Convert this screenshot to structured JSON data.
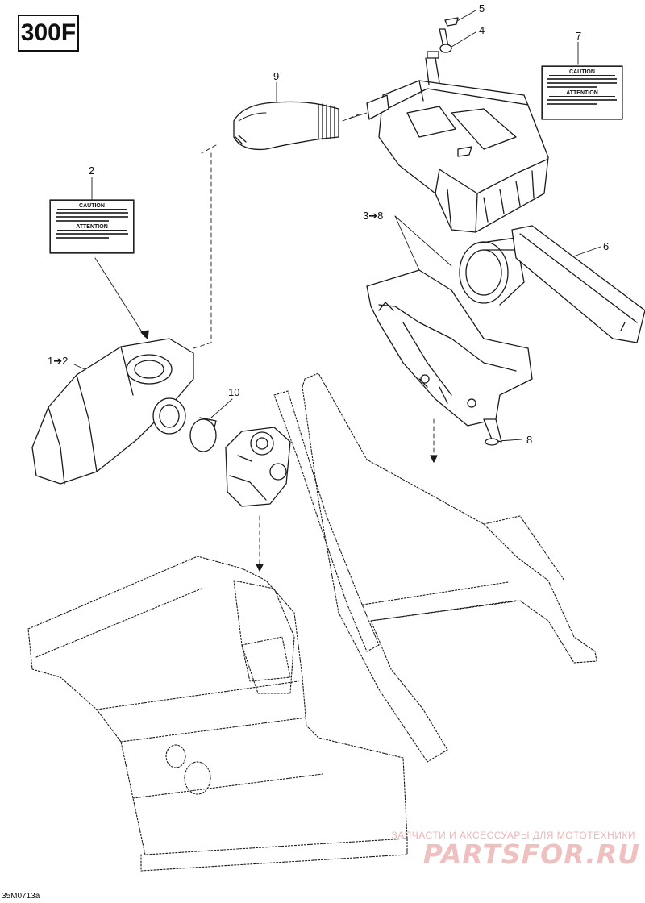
{
  "model_tag": "300F",
  "drawing_code": "35M0713a",
  "labels": {
    "caution": "CAUTION",
    "attention": "ATTENTION"
  },
  "watermark": {
    "text": "ЗАПЧАСТИ И АКСЕССУАРЫ ДЛЯ МОТОТЕХНИКИ",
    "logo": "PARTSFOR.RU",
    "color": "#e8a0a0"
  },
  "callouts": [
    {
      "id": "1-2",
      "text": "1➔2"
    },
    {
      "id": "2",
      "text": "2"
    },
    {
      "id": "3-8",
      "text": "3➔8"
    },
    {
      "id": "4",
      "text": "4"
    },
    {
      "id": "5",
      "text": "5"
    },
    {
      "id": "6",
      "text": "6"
    },
    {
      "id": "7",
      "text": "7"
    },
    {
      "id": "8",
      "text": "8"
    },
    {
      "id": "9",
      "text": "9"
    },
    {
      "id": "10",
      "text": "10"
    }
  ],
  "icons": [
    "warning-label-icon",
    "air-silencer-icon",
    "intake-duct-icon",
    "carburetor-icon",
    "frame-icon",
    "footrest-panel-icon"
  ]
}
